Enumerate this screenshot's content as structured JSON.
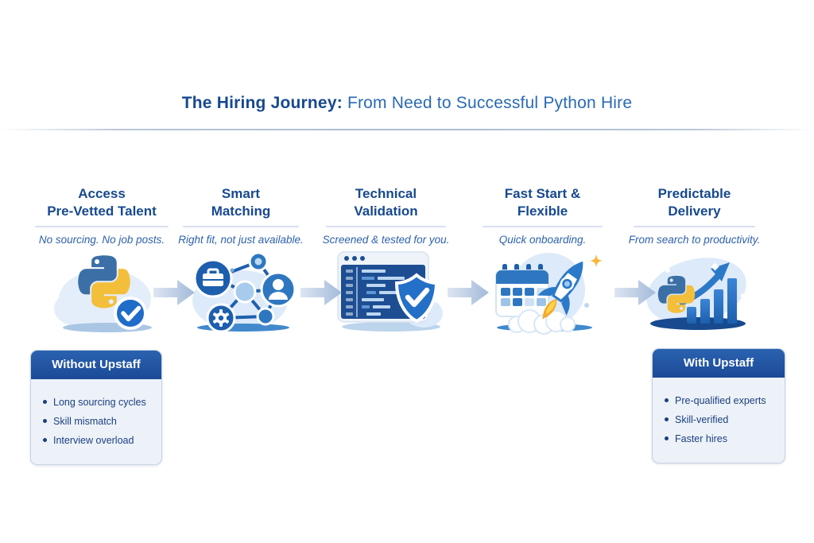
{
  "title": {
    "bold": "The Hiring Journey:",
    "rest": "From Need to Successful Python Hire"
  },
  "steps": [
    {
      "title1": "Access",
      "title2": "Pre-Vetted Talent",
      "subtitle": "No sourcing. No job posts.",
      "icon": "python-check-icon"
    },
    {
      "title1": "Smart",
      "title2": "Matching",
      "subtitle": "Right fit, not just available.",
      "icon": "network-match-icon"
    },
    {
      "title1": "Technical",
      "title2": "Validation",
      "subtitle": "Screened & tested for you.",
      "icon": "code-shield-icon"
    },
    {
      "title1": "Fast Start &",
      "title2": "Flexible",
      "subtitle": "Quick onboarding.",
      "icon": "calendar-rocket-icon"
    },
    {
      "title1": "Predictable",
      "title2": "Delivery",
      "subtitle": "From search to productivity.",
      "icon": "python-growth-icon"
    }
  ],
  "comparison": {
    "without": {
      "title": "Without Upstaff",
      "items": [
        "Long sourcing cycles",
        "Skill mismatch",
        "Interview overload"
      ]
    },
    "with": {
      "title": "With Upstaff",
      "items": [
        "Pre-qualified experts",
        "Skill-verified",
        "Faster hires"
      ]
    }
  },
  "colors": {
    "accent_navy": "#17498f",
    "accent_blue": "#2a6ab3",
    "header_blue": "#1e4f9e",
    "python_blue": "#3b6fa6",
    "python_yellow": "#f3bf3b",
    "box_bg": "#edf2f9",
    "arrow": "#b9cbe2",
    "flame_orange": "#f6a726"
  }
}
